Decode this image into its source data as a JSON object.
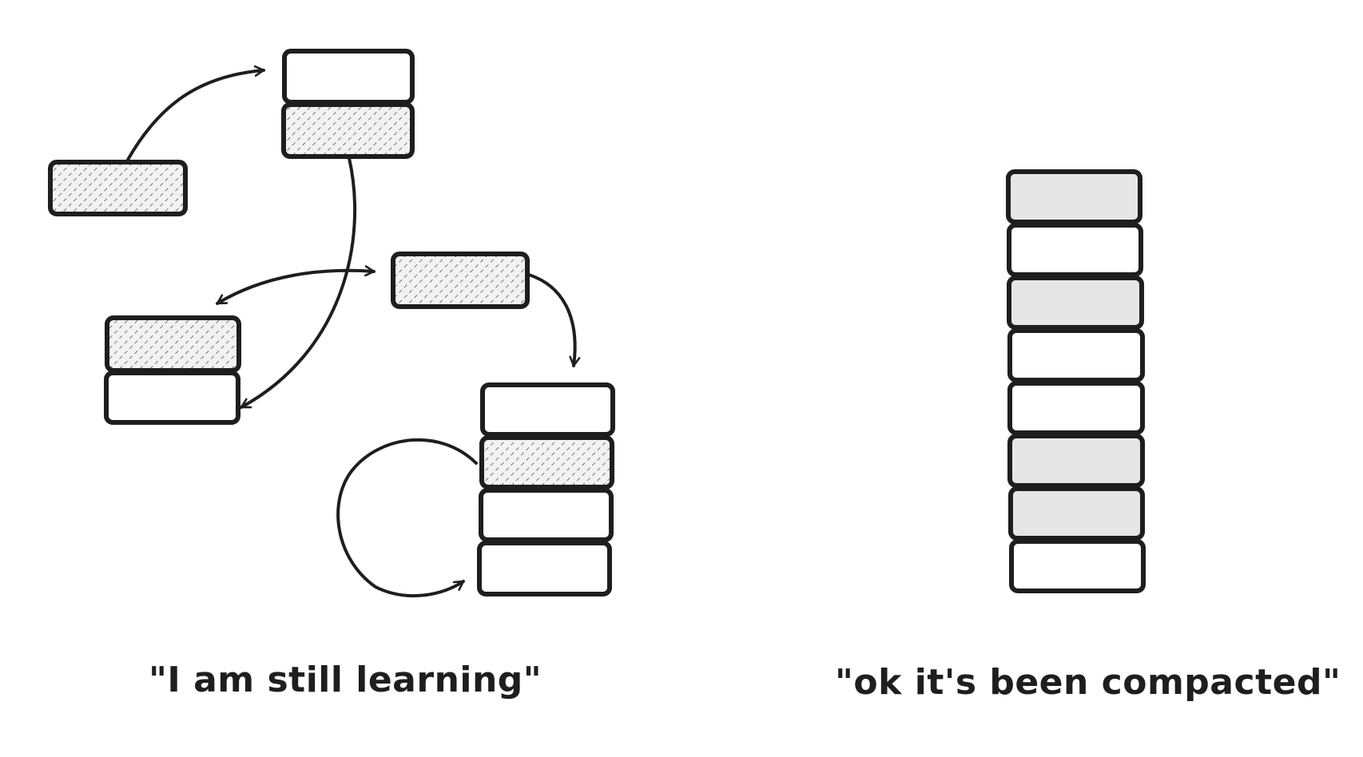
{
  "captions": {
    "left": "\"I am still learning\"",
    "right": "\"ok it's been compacted\""
  },
  "colors": {
    "stroke": "#1e1e1e",
    "hatch_fill": "#d9d9d9",
    "gray_fill": "#e6e6e6",
    "white_fill": "#ffffff"
  },
  "left_diagram": {
    "blocks": [
      {
        "id": "top-stack-upper",
        "fill": "white"
      },
      {
        "id": "top-stack-lower",
        "fill": "hatched"
      },
      {
        "id": "single-left",
        "fill": "hatched"
      },
      {
        "id": "single-center",
        "fill": "hatched"
      },
      {
        "id": "mid-stack-upper",
        "fill": "hatched"
      },
      {
        "id": "mid-stack-lower",
        "fill": "white"
      },
      {
        "id": "bottom-stack-1",
        "fill": "white"
      },
      {
        "id": "bottom-stack-2",
        "fill": "hatched"
      },
      {
        "id": "bottom-stack-3",
        "fill": "white"
      },
      {
        "id": "bottom-stack-4",
        "fill": "white"
      }
    ]
  },
  "right_diagram": {
    "blocks": [
      {
        "id": "compact-1",
        "fill": "gray"
      },
      {
        "id": "compact-2",
        "fill": "white"
      },
      {
        "id": "compact-3",
        "fill": "gray"
      },
      {
        "id": "compact-4",
        "fill": "white"
      },
      {
        "id": "compact-5",
        "fill": "white"
      },
      {
        "id": "compact-6",
        "fill": "gray"
      },
      {
        "id": "compact-7",
        "fill": "gray"
      },
      {
        "id": "compact-8",
        "fill": "white"
      }
    ]
  }
}
